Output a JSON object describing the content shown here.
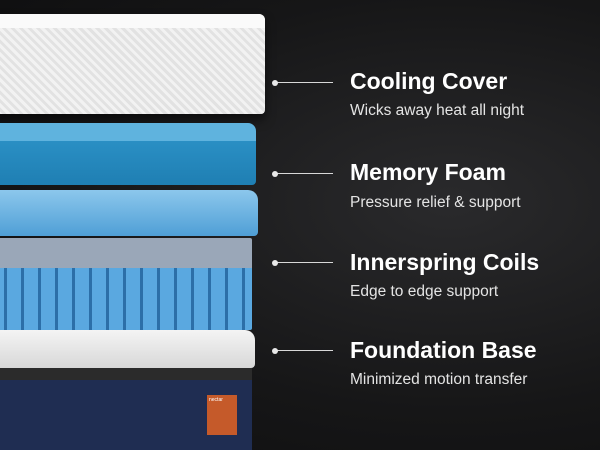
{
  "brand_tag": "nectar",
  "layers": [
    {
      "title": "Cooling Cover",
      "subtitle": "Wicks away heat all night"
    },
    {
      "title": "Memory Foam",
      "subtitle": "Pressure relief & support"
    },
    {
      "title": "Innerspring Coils",
      "subtitle": "Edge to edge support"
    },
    {
      "title": "Foundation Base",
      "subtitle": "Minimized motion transfer"
    }
  ]
}
